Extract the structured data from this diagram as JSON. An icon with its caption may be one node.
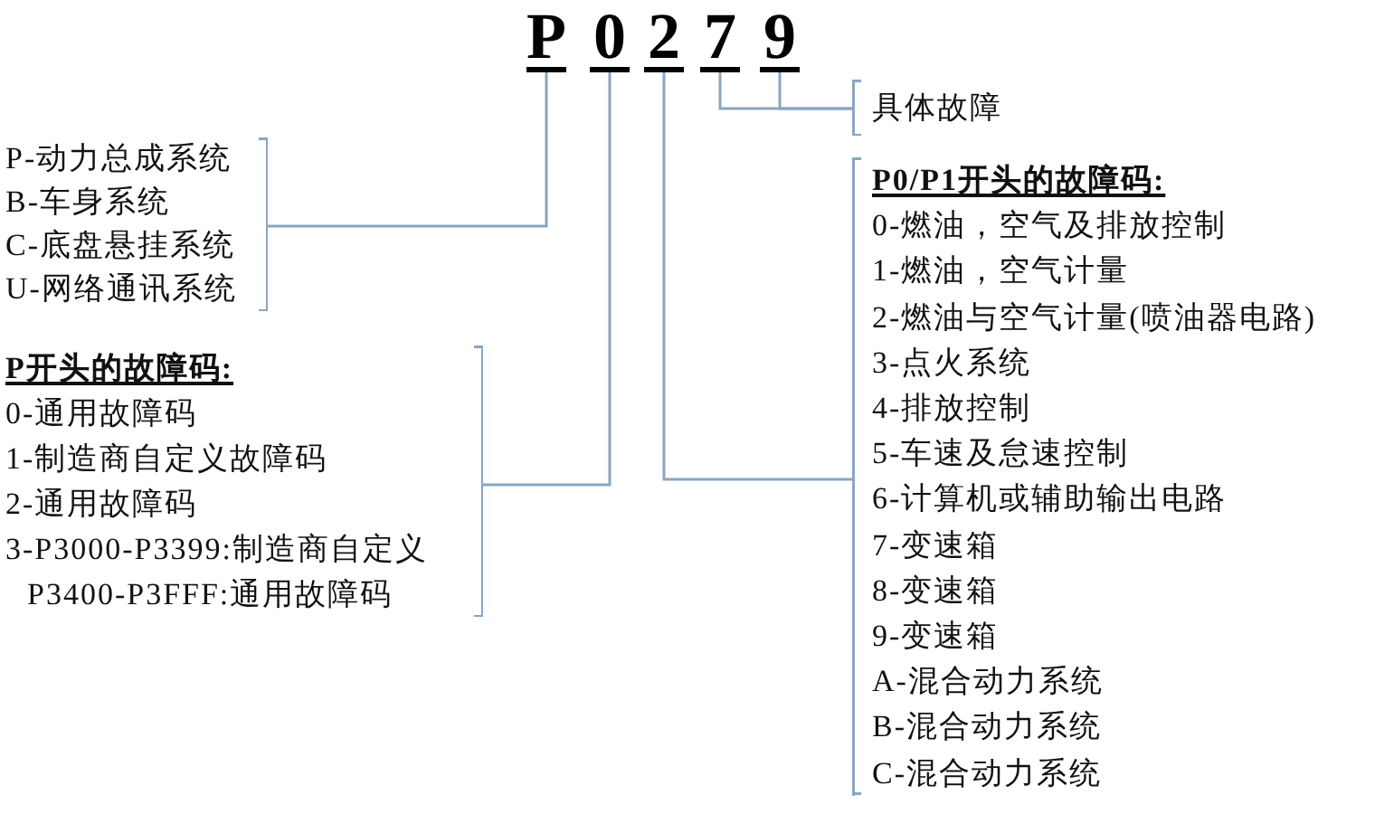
{
  "diagram": {
    "nodes": [
      {
        "text": [
          "P"
        ]
      },
      {
        "text": [
          "0"
        ]
      },
      {
        "text": [
          "2"
        ]
      },
      {
        "text": [
          "7"
        ]
      },
      {
        "text": [
          "9"
        ]
      },
      {
        "text": [
          "P-动力总成系统",
          "B-车身系统",
          "C-底盘悬挂系统",
          "U-网络通讯系统"
        ]
      },
      {
        "text": [
          "P开头的故障码:",
          "0-通用故障码",
          "1-制造商自定义故障码",
          "2-通用故障码",
          "3-P3000-P3399:制造商自定义 P3400-P3FFF:通用故障码"
        ]
      },
      {
        "text": [
          "P0/P1开头的故障码:",
          "0-燃油，空气及排放控制",
          "1-燃油，空气计量",
          "2-燃油与空气计量(喷油器电路)",
          "3-点火系统",
          "4-排放控制",
          "5-车速及怠速控制",
          "6-计算机或辅助输出电路",
          "7-变速箱",
          "8-变速箱",
          "9-变速箱",
          "A-混合动力系统",
          "B-混合动力系统",
          "C-混合动力系统"
        ]
      },
      {
        "text": [
          "具体故障"
        ]
      }
    ],
    "edges": [
      {
        "from": 0,
        "to": 5,
        "arrow": "none"
      },
      {
        "from": 1,
        "to": 6,
        "arrow": "none"
      },
      {
        "from": 2,
        "to": 7,
        "arrow": "none"
      },
      {
        "from": 3,
        "to": 8,
        "arrow": "none"
      },
      {
        "from": 4,
        "to": 8,
        "arrow": "none"
      }
    ]
  }
}
